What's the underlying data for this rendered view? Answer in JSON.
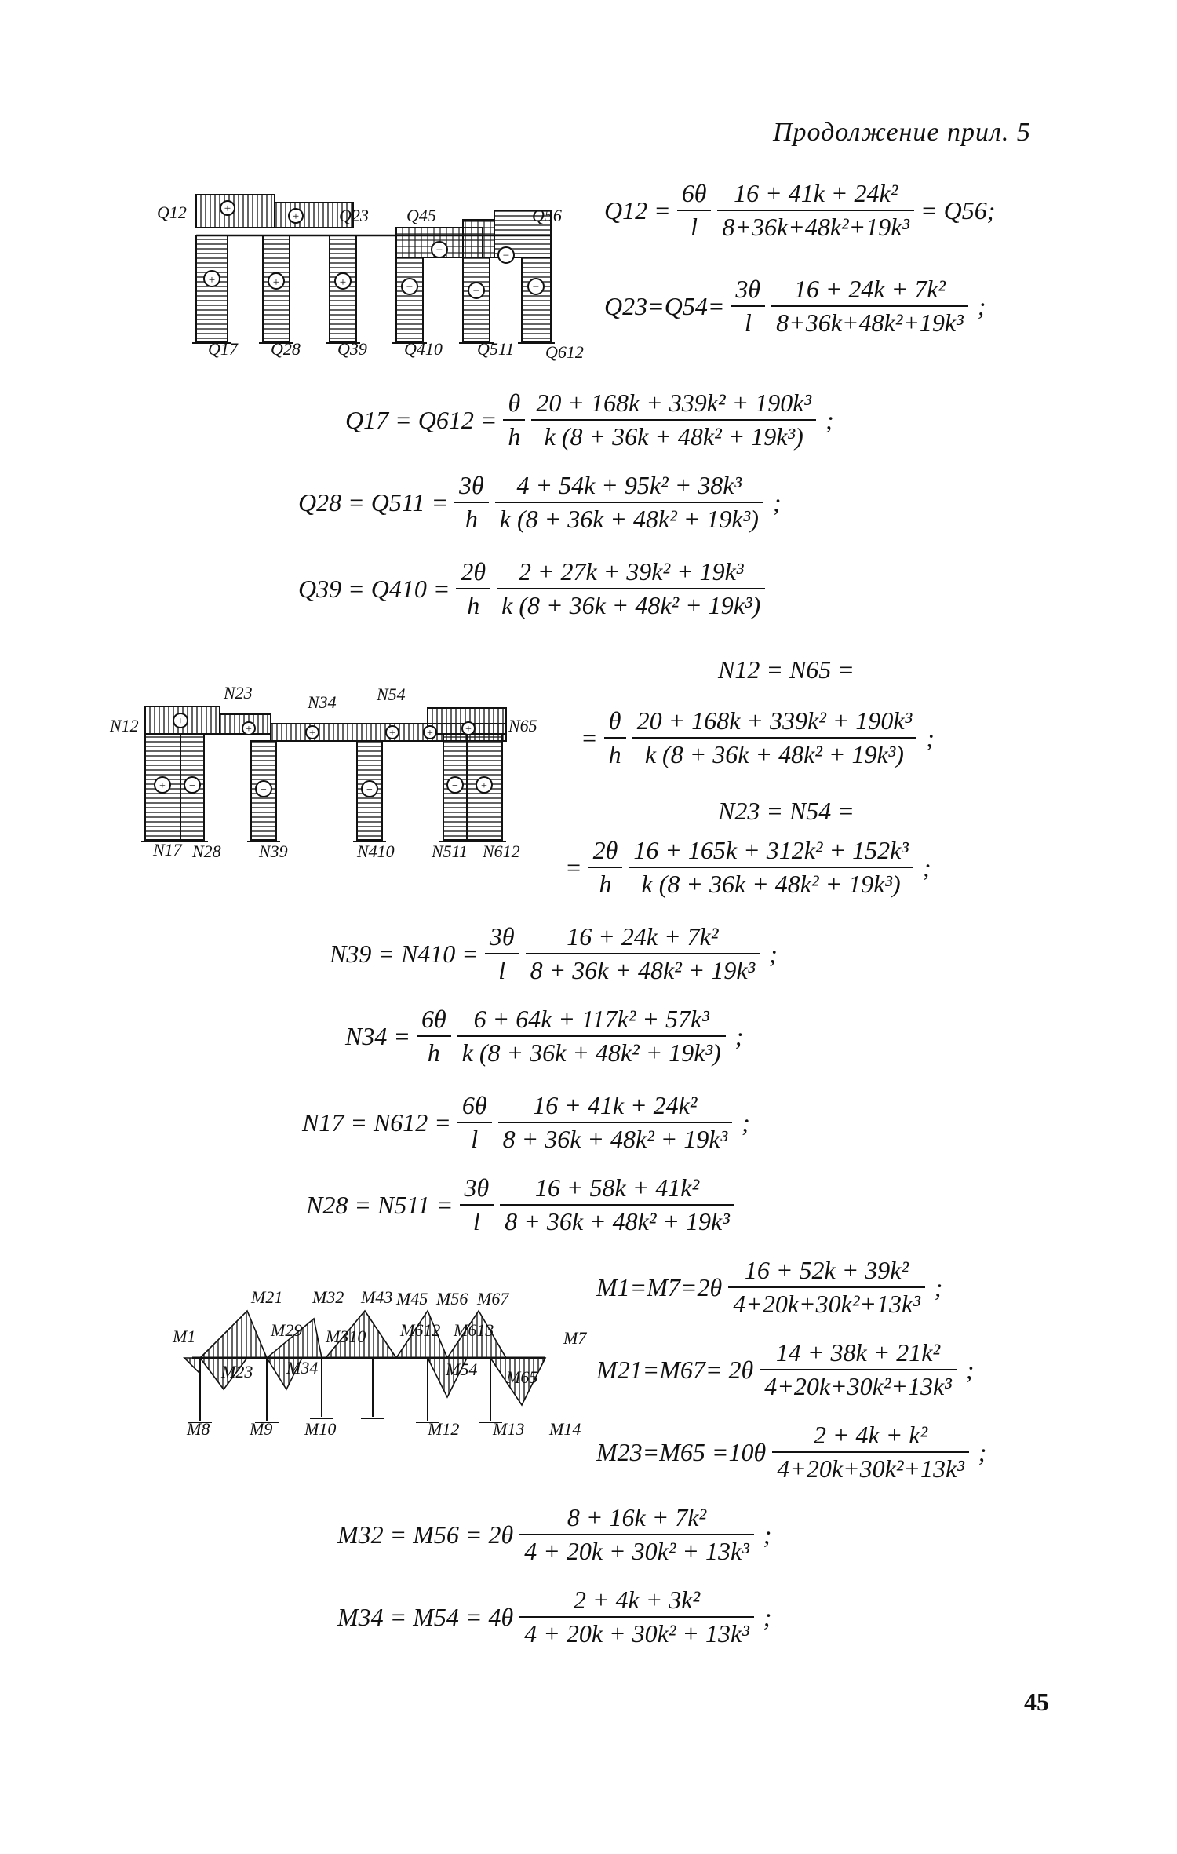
{
  "header": {
    "continuation": "Продолжение прил. 5"
  },
  "page_number": "45",
  "diagram_q": {
    "labels_top": [
      "Q12",
      "Q23",
      "Q45",
      "Q56"
    ],
    "labels_bottom": [
      "Q17",
      "Q28",
      "Q39",
      "Q410",
      "Q511",
      "Q612"
    ]
  },
  "diagram_n": {
    "labels_top": [
      "N12",
      "N23",
      "N34",
      "N54",
      "N65"
    ],
    "labels_bottom": [
      "N17",
      "N28",
      "N39",
      "N410",
      "N511",
      "N612"
    ]
  },
  "diagram_m": {
    "labels_top": [
      "M21",
      "M32",
      "M43",
      "M45",
      "M56",
      "M67"
    ],
    "labels_mid": [
      "M1",
      "M29",
      "M310",
      "M612",
      "M613",
      "M7"
    ],
    "labels_low": [
      "M23",
      "M34",
      "M54",
      "M65"
    ],
    "labels_bottom": [
      "M8",
      "M9",
      "M10",
      "M12",
      "M13",
      "M14"
    ]
  },
  "equations": {
    "q12": {
      "lhs": "Q12 =",
      "coef_num": "6θ",
      "coef_den": "l",
      "num": "16 + 41k + 24k²",
      "den": "8+36k+48k²+19k³",
      "rhs": "= Q56;"
    },
    "q23": {
      "lhs": "Q23=Q54=",
      "coef_num": "3θ",
      "coef_den": "l",
      "num": "16 + 24k + 7k²",
      "den": "8+36k+48k²+19k³",
      "punct": ";"
    },
    "q17": {
      "lhs": "Q17 = Q612 =",
      "coef_num": "θ",
      "coef_den": "h",
      "num": "20 + 168k + 339k² + 190k³",
      "den": "k (8 + 36k + 48k² + 19k³)",
      "punct": ";"
    },
    "q28": {
      "lhs": "Q28 = Q511 =",
      "coef_num": "3θ",
      "coef_den": "h",
      "num": "4 + 54k + 95k² + 38k³",
      "den": "k (8 + 36k + 48k² + 19k³)",
      "punct": ";"
    },
    "q39": {
      "lhs": "Q39 = Q410 =",
      "coef_num": "2θ",
      "coef_den": "h",
      "num": "2 + 27k + 39k² + 19k³",
      "den": "k (8 + 36k + 48k² + 19k³)"
    },
    "n12_head": "N12 = N65 =",
    "n12": {
      "lhs": "=",
      "coef_num": "θ",
      "coef_den": "h",
      "num": "20 + 168k + 339k² + 190k³",
      "den": "k (8 + 36k + 48k² + 19k³)",
      "punct": ";"
    },
    "n23_head": "N23 = N54 =",
    "n23": {
      "lhs": "=",
      "coef_num": "2θ",
      "coef_den": "h",
      "num": "16 + 165k + 312k² + 152k³",
      "den": "k (8 + 36k + 48k² + 19k³)",
      "punct": ";"
    },
    "n39": {
      "lhs": "N39 = N410 =",
      "coef_num": "3θ",
      "coef_den": "l",
      "num": "16 + 24k + 7k²",
      "den": "8 + 36k + 48k² + 19k³",
      "punct": ";"
    },
    "n34": {
      "lhs": "N34 =",
      "coef_num": "6θ",
      "coef_den": "h",
      "num": "6 + 64k + 117k² + 57k³",
      "den": "k (8 + 36k + 48k² + 19k³)",
      "punct": ";"
    },
    "n17": {
      "lhs": "N17 = N612 =",
      "coef_num": "6θ",
      "coef_den": "l",
      "num": "16 + 41k + 24k²",
      "den": "8 + 36k + 48k² + 19k³",
      "punct": ";"
    },
    "n28": {
      "lhs": "N28 = N511 =",
      "coef_num": "3θ",
      "coef_den": "l",
      "num": "16 + 58k + 41k²",
      "den": "8 + 36k + 48k² + 19k³"
    },
    "m1": {
      "lhs": "M1=M7=2θ",
      "num": "16 + 52k + 39k²",
      "den": "4+20k+30k²+13k³",
      "punct": ";"
    },
    "m21": {
      "lhs": "M21=M67= 2θ",
      "num": "14 + 38k + 21k²",
      "den": "4+20k+30k²+13k³",
      "punct": ";"
    },
    "m23": {
      "lhs": "M23=M65 =10θ",
      "num": "2 + 4k + k²",
      "den": "4+20k+30k²+13k³",
      "punct": ";"
    },
    "m32": {
      "lhs": "M32 = M56 = 2θ",
      "num": "8 + 16k + 7k²",
      "den": "4 + 20k + 30k² + 13k³",
      "punct": ";"
    },
    "m34": {
      "lhs": "M34 = M54 = 4θ",
      "num": "2 + 4k + 3k²",
      "den": "4 + 20k + 30k² + 13k³",
      "punct": ";"
    }
  }
}
